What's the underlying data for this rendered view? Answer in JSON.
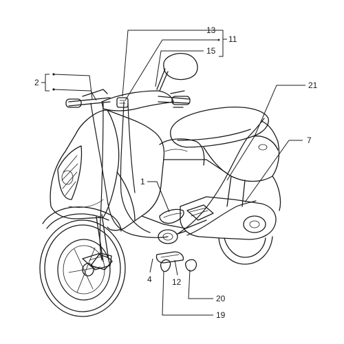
{
  "callouts": {
    "c13": "13",
    "c11": "11",
    "c15": "15",
    "c2": "2",
    "c21": "21",
    "c7": "7",
    "c1": "1",
    "c4": "4",
    "c12": "12",
    "c20": "20",
    "c19": "19"
  }
}
